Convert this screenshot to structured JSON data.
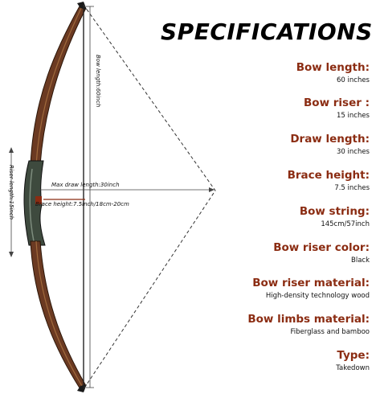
{
  "title": "SPECIFICATIONS",
  "colors": {
    "label": "#8b2c12",
    "dark": "#1a1a1a",
    "wood": "#6b3a22",
    "riser": "#4c5a4c"
  },
  "dimensions": {
    "bow_length": "Bow length:60inch",
    "riser_length": "Riser length:15inch",
    "draw_length": "Max draw length:30inch",
    "brace_height": "Brace height:7.5inch/18cm-20cm"
  },
  "specs": [
    {
      "label": "Bow length:",
      "value": "60 inches"
    },
    {
      "label": "Bow riser :",
      "value": "15 inches"
    },
    {
      "label": "Draw length:",
      "value": "30 inches"
    },
    {
      "label": "Brace height:",
      "value": "7.5 inches"
    },
    {
      "label": "Bow string:",
      "value": "145cm/57inch"
    },
    {
      "label": "Bow riser color:",
      "value": "Black"
    },
    {
      "label": "Bow riser material:",
      "value": "High-density technology wood"
    },
    {
      "label": "Bow limbs material:",
      "value": "Fiberglass and bamboo"
    },
    {
      "label": "Type:",
      "value": "Takedown"
    }
  ]
}
